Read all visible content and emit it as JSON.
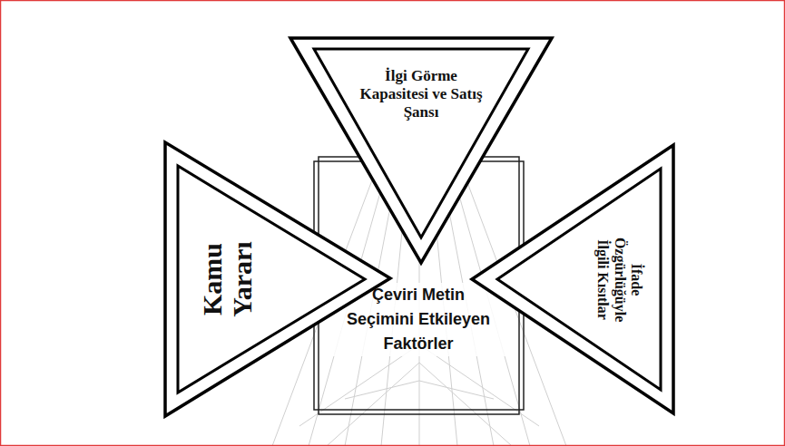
{
  "diagram": {
    "nodes": [
      {
        "text": [
          "İlgi Görme Kapasitesi ve Satış Şansı"
        ]
      },
      {
        "text": [
          "Kamu Yararı"
        ]
      },
      {
        "text": [
          "Çeviri Metin Seçimini Etkileyen Faktörler"
        ]
      },
      {
        "text": [
          "İfade Özgürlüğüyle İlgili Kısıtlar"
        ]
      }
    ]
  }
}
